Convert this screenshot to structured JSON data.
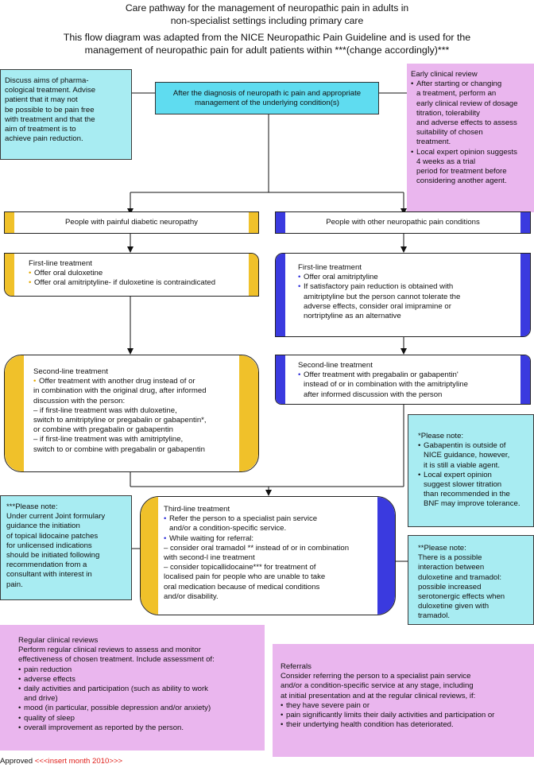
{
  "header": {
    "title_line1": "Care pathway for the management of neuropathic pain in adults in",
    "title_line2": "non-specialist settings including primary care",
    "intro_line1": "This flow diagram was adapted from the NICE Neuropathic Pain Guideline and is used for the",
    "intro_line2": "management of neuropathic pain for adult patients within ***(change accordingly)***"
  },
  "aims_note": {
    "lines": [
      "Discuss aims of pharma-",
      "cological treatment. Advise",
      "patient that it may not",
      "be possible to be pain free",
      "with treatment and that the",
      "aim of treatment is to",
      "achieve pain reduction."
    ]
  },
  "diagnosis_box": {
    "line1": "After the diagnosis of neuropath ic pain and appropriate",
    "line2": "management of the underlying condition(s)"
  },
  "early_review": {
    "title": "Early clinical review",
    "bullet1": [
      "After starting or changing",
      "a treatment, perform an",
      "early clinical review of dosage",
      "titration, tolerability",
      "and adverse effects to assess",
      "suitability of chosen",
      "treatment."
    ],
    "bullet2": [
      "Local expert opinion suggests",
      "4 weeks as a trial",
      "period for treatment before",
      "considering another agent."
    ]
  },
  "diabetic": {
    "header": "People with painful diabetic neuropathy",
    "first_line": {
      "title": "First-line treatment",
      "items": [
        "Offer oral duloxetine",
        "Offer oral amitriptyline- if duloxetine is contraindicated"
      ]
    },
    "second_line": {
      "title": "Second-line treatment",
      "lines": [
        "Offer treatment with another drug instead of or",
        "in combination with the original drug, after informed",
        "discussion with the person:",
        "– if first-line treatment was with duloxetine,",
        "switch to amitriptyline or pregabalin or gabapentin*,",
        "or combine with pregabalin or gabapentin",
        "– if first-line treatment was with amitriptyline,",
        "switch to or combine with pregabalin or gabapentin"
      ]
    }
  },
  "other": {
    "header": "People with other neuropathic pain conditions",
    "first_line": {
      "title": "First-line treatment",
      "item1": "Offer oral amitriptyline",
      "item2": [
        "If satisfactory pain reduction is obtained with",
        "amitriptyline but the person cannot tolerate the",
        "adverse effects, consider oral imipramine or",
        "nortriptyline as an alternative"
      ]
    },
    "second_line": {
      "title": "Second-line treatment",
      "lines": [
        "Offer treatment with pregabalin or gabapentin'",
        "instead of or in combination with the amitriptyline",
        "after informed discussion with the person"
      ]
    }
  },
  "gabapentin_note": {
    "title": "*Please note:",
    "bullet1": [
      "Gabapentin is outside of",
      "NICE guidance, however,",
      "it is still a viable agent."
    ],
    "bullet2": [
      "Local expert opinion",
      "suggest slower titration",
      "than recommended in the",
      "BNF may improve tolerance."
    ]
  },
  "lidocaine_note": {
    "lines": [
      "***Please note:",
      "Under current Joint formulary",
      "guidance the initiation",
      "of topical lidocaine patches",
      "for unlicensed indications",
      "should be initiated following",
      "recommendation from a",
      "consultant with interest in",
      "pain."
    ]
  },
  "third_line": {
    "title": "Third-line treatment",
    "bullet1": [
      "Refer the person to a specialist pain service",
      "and/or a condition-specific service."
    ],
    "bullet2_first": "While waiting for referral:",
    "lines": [
      "– consider oral tramadol ** instead of or in combination",
      "with second-l ine treatment",
      "– consider topicallidocaine*** for treatment of",
      "localised pain for people who are unable to take",
      "oral medication because of medical conditions",
      "and/or disability."
    ]
  },
  "tramadol_note": {
    "lines": [
      "**Please note:",
      "There is a possible",
      "interaction between",
      "duloxetine and tramadol:",
      "possible increased",
      "serotonergic effects when",
      "duloxetine given with",
      "tramadol."
    ]
  },
  "regular_reviews": {
    "title": "Regular clinical reviews",
    "intro": [
      "Perform regular clinical reviews to assess and monitor",
      "effectiveness of chosen treatment. Include assessment of:"
    ],
    "items": [
      "pain reduction",
      "adverse effects",
      "daily activities and participation (such as ability to work",
      "mood (in particular, possible depression and/or anxiety)",
      "quality of sleep",
      "overall improvement as reported by the person."
    ],
    "item3_cont": "and drive)"
  },
  "referrals": {
    "title": "Referrals",
    "intro": [
      "Consider referring the person to a specialist pain service",
      "and/or a condition-specific service at any stage, including",
      "at initial presentation and at the regular clinical reviews, if:"
    ],
    "items": [
      "they have severe pain or",
      "pain significantly limits their daily activities and participation or",
      "their undertying health condition has deteriorated."
    ]
  },
  "footer": {
    "approved": "Approved",
    "month": "<<<insert month 2010>>>"
  },
  "colors": {
    "cyan": "#a8ecf2",
    "pink": "#eab6ee",
    "yellow": "#f0c12a",
    "blue": "#3a3adf",
    "header_cyan": "#5fdcf0",
    "red": "#e0201b"
  }
}
